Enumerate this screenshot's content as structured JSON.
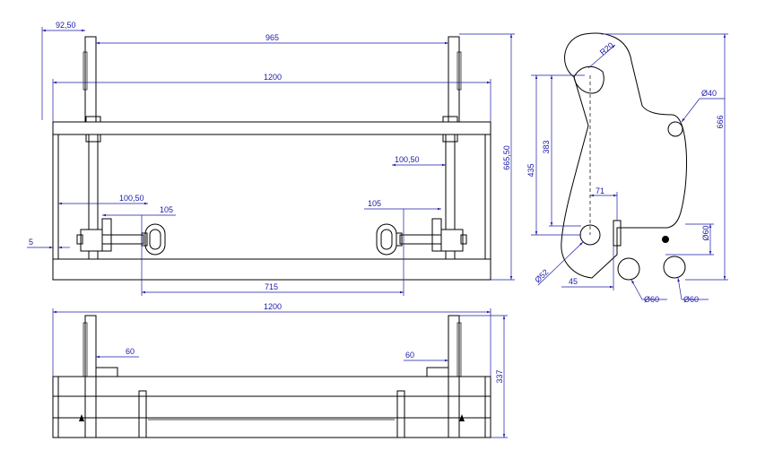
{
  "colors": {
    "dimension": "#1a1aa6",
    "part": "#000000",
    "background": "#ffffff"
  },
  "labels": {
    "front_top_offset": "92,50",
    "front_inner_width": "965",
    "front_outer_width": "1200",
    "front_total_height": "665,50",
    "front_right_offset": "100,50",
    "front_left_offset": "100,50",
    "front_left_ring": "105",
    "front_right_ring": "105",
    "front_gap_small": "5",
    "front_ring_spacing": "715",
    "top_width": "1200",
    "top_left_offset": "60",
    "top_right_offset": "60",
    "top_depth": "337",
    "side_radius": "R20",
    "side_hole_top": "Ø40",
    "side_height_383": "383",
    "side_height_435": "435",
    "side_total_height": "666",
    "side_offset_71": "71",
    "side_hole_right": "Ø60",
    "side_main_pin": "Ø52",
    "side_offset_45": "45",
    "side_pin_bottom_left": "Ø60",
    "side_pin_bottom_right": "Ø60"
  }
}
